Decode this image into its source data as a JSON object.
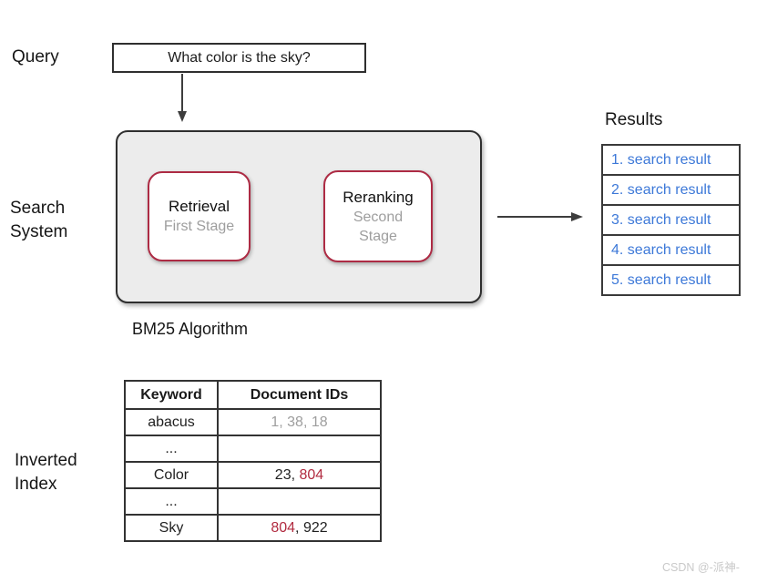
{
  "labels": {
    "query": "Query",
    "search_system_line1": "Search",
    "search_system_line2": "System",
    "results": "Results",
    "bm25": "BM25 Algorithm",
    "inverted_index_line1": "Inverted",
    "inverted_index_line2": "Index"
  },
  "query_box": {
    "text": "What color is the sky?"
  },
  "search_system": {
    "retrieval": {
      "title": "Retrieval",
      "subtitle": "First Stage"
    },
    "reranking": {
      "title": "Reranking",
      "subtitle": "Second Stage"
    }
  },
  "results": {
    "items": [
      "1. search result",
      "2. search result",
      "3. search result",
      "4. search result",
      "5. search result"
    ]
  },
  "inverted_index_table": {
    "headers": [
      "Keyword",
      "Document IDs"
    ],
    "rows": [
      {
        "keyword": "abacus",
        "ids": [
          {
            "text": "1, 38, 18",
            "style": "muted"
          }
        ]
      },
      {
        "keyword": "...",
        "ids": []
      },
      {
        "keyword": "Color",
        "ids": [
          {
            "text": "23, ",
            "style": "dark"
          },
          {
            "text": "804",
            "style": "red"
          }
        ]
      },
      {
        "keyword": "...",
        "ids": []
      },
      {
        "keyword": "Sky",
        "ids": [
          {
            "text": "804",
            "style": "red"
          },
          {
            "text": ", 922",
            "style": "dark"
          }
        ]
      }
    ]
  },
  "watermark": "CSDN @-派神-",
  "colors": {
    "accent_red": "#b12b40",
    "link_blue": "#3c78d8",
    "muted_gray": "#9e9e9e",
    "panel_fill": "#ececec",
    "border_dark": "#2f2f2f"
  }
}
